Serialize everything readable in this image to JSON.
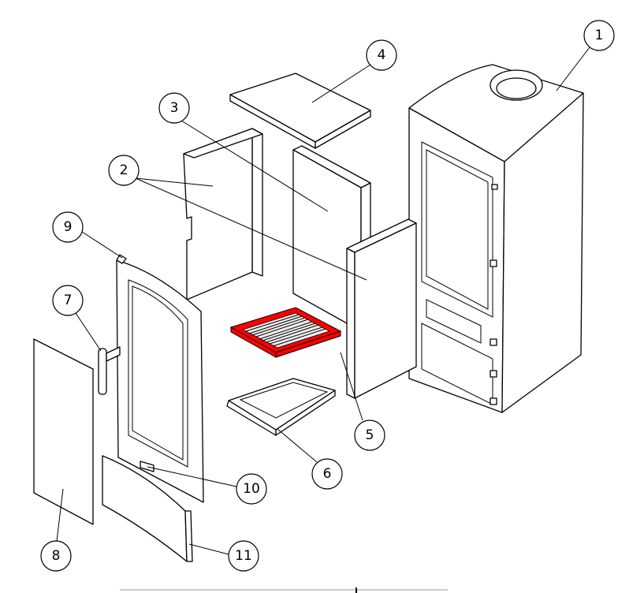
{
  "diagram": {
    "callouts": [
      {
        "label": "1",
        "part": "stove-body"
      },
      {
        "label": "2",
        "part": "side-liner"
      },
      {
        "label": "3",
        "part": "back-liner"
      },
      {
        "label": "4",
        "part": "baffle-plate"
      },
      {
        "label": "5",
        "part": "grate"
      },
      {
        "label": "6",
        "part": "ash-tray"
      },
      {
        "label": "7",
        "part": "door-handle"
      },
      {
        "label": "8",
        "part": "door-glass"
      },
      {
        "label": "9",
        "part": "door-frame"
      },
      {
        "label": "10",
        "part": "air-control"
      },
      {
        "label": "11",
        "part": "ash-door-cover"
      }
    ],
    "highlight_color": "#ff0000"
  }
}
